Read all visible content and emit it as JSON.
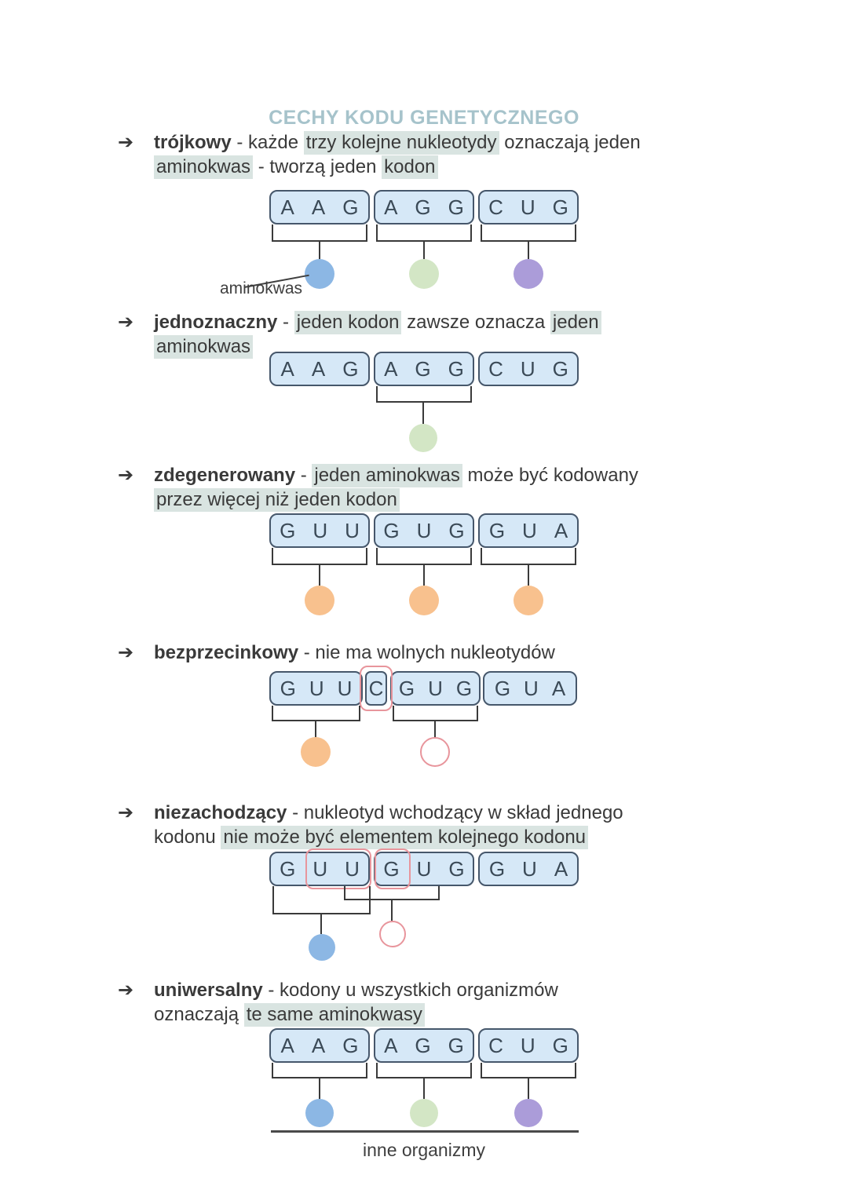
{
  "title": "CECHY KODU GENETYCZNEGO",
  "bullet_arrow": "➔",
  "colors": {
    "title": "#a6c3cb",
    "body_text": "#3a3a3a",
    "highlight": "#d9e4e1",
    "codon_fill": "#d6e8f7",
    "codon_border": "#46576b",
    "bracket_line": "#3a3a3a",
    "red_outline": "#e8959c",
    "amino_blue": "#8cb7e4",
    "amino_green": "#d3e6c5",
    "amino_purple": "#ab9cd9",
    "amino_orange": "#f8c18e",
    "organisms_line": "#4a4a4a"
  },
  "bullets": [
    {
      "id": "trojkowy",
      "line1": [
        {
          "t": "trójkowy",
          "b": true
        },
        {
          "t": " - każde "
        },
        {
          "t": "trzy kolejne nukleotydy",
          "h": true
        },
        {
          "t": " oznaczają jeden"
        }
      ],
      "line2": [
        {
          "t": "aminokwas",
          "h": true
        },
        {
          "t": " - tworzą jeden "
        },
        {
          "t": "kodon",
          "h": true
        }
      ]
    },
    {
      "id": "jednoznaczny",
      "line1": [
        {
          "t": "jednoznaczny",
          "b": true
        },
        {
          "t": " - "
        },
        {
          "t": "jeden kodon",
          "h": true
        },
        {
          "t": " zawsze oznacza "
        },
        {
          "t": "jeden",
          "h": true
        }
      ],
      "line2": [
        {
          "t": "aminokwas",
          "h": true
        }
      ]
    },
    {
      "id": "zdegenerowany",
      "line1": [
        {
          "t": "zdegenerowany",
          "b": true
        },
        {
          "t": " - "
        },
        {
          "t": "jeden aminokwas",
          "h": true
        },
        {
          "t": " może być kodowany"
        }
      ],
      "line2": [
        {
          "t": "przez więcej niż jeden kodon",
          "h": true
        }
      ]
    },
    {
      "id": "bezprzecinkowy",
      "line1": [
        {
          "t": "bezprzecinkowy",
          "b": true
        },
        {
          "t": " - nie ma wolnych nukleotydów"
        }
      ],
      "line2": []
    },
    {
      "id": "niezachodzacy",
      "line1": [
        {
          "t": "niezachodzący",
          "b": true
        },
        {
          "t": " - nukleotyd wchodzący w skład jednego"
        }
      ],
      "line2": [
        {
          "t": "kodonu "
        },
        {
          "t": "nie może być elementem kolejnego kodonu",
          "h": true
        }
      ]
    },
    {
      "id": "uniwersalny",
      "line1": [
        {
          "t": "uniwersalny",
          "b": true
        },
        {
          "t": " - kodony u wszystkich organizmów"
        }
      ],
      "line2": [
        {
          "t": "oznaczają "
        },
        {
          "t": "te same aminokwasy",
          "h": true
        }
      ]
    }
  ],
  "diagrams": {
    "trojkowy": {
      "codons": [
        "AAG",
        "AGG",
        "CUG"
      ],
      "amino_label": "aminokwas",
      "circle_colors": [
        "#8cb7e4",
        "#d3e6c5",
        "#ab9cd9"
      ]
    },
    "jednoznaczny": {
      "codons": [
        "AAG",
        "AGG",
        "CUG"
      ],
      "circle_color": "#d3e6c5"
    },
    "zdegenerowany": {
      "codons": [
        "GUU",
        "GUG",
        "GUA"
      ],
      "circle_colors": [
        "#f8c18e",
        "#f8c18e",
        "#f8c18e"
      ]
    },
    "bezprzecinkowy": {
      "codons": [
        "GUU",
        "C",
        "GUG",
        "GUA"
      ],
      "filled_circle_color": "#f8c18e"
    },
    "niezachodzacy": {
      "codons": [
        "GUU",
        "GUG",
        "GUA"
      ],
      "filled_circle_color": "#8cb7e4"
    },
    "uniwersalny": {
      "codons": [
        "AAG",
        "AGG",
        "CUG"
      ],
      "circle_colors": [
        "#8cb7e4",
        "#d3e6c5",
        "#ab9cd9"
      ],
      "baseline_label": "inne organizmy"
    }
  }
}
